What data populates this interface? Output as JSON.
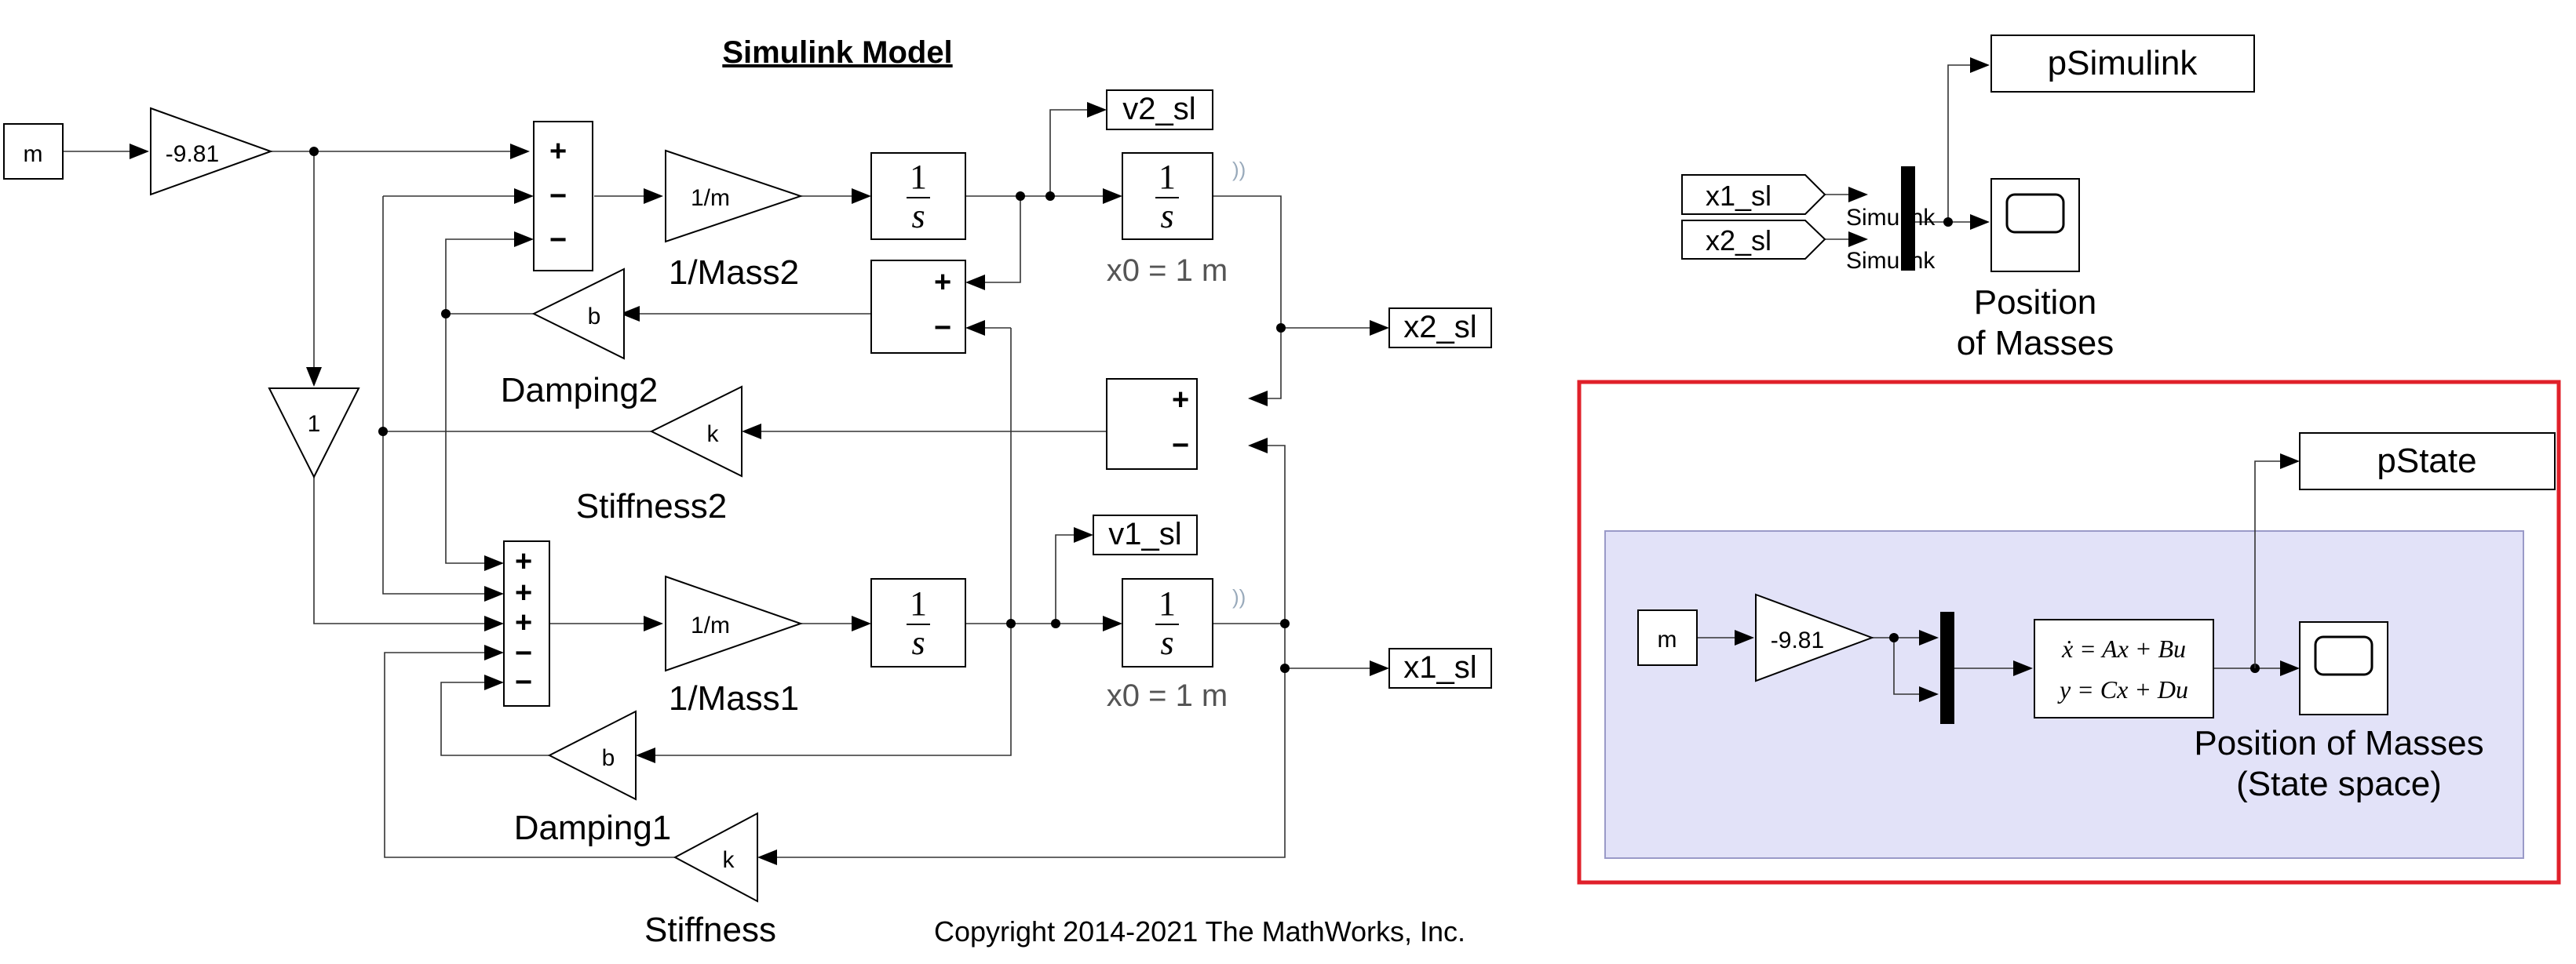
{
  "model": {
    "title": "Simulink Model",
    "copyright": "Copyright 2014-2021 The MathWorks, Inc."
  },
  "blocks": {
    "m_const": "m",
    "gain_g": "-9.81",
    "gain_1": "1",
    "mass2_inner": "1/m",
    "mass2_label": "1/Mass2",
    "mass1_inner": "1/m",
    "mass1_label": "1/Mass1",
    "int_num": "1",
    "int_den": "s",
    "x0_upper": "x0 = 1 m",
    "x0_lower": "x0 = 1 m",
    "damp_inner": "b",
    "damping2_label": "Damping2",
    "damping1_label": "Damping1",
    "stiff_inner": "k",
    "stiffness2_label": "Stiffness2",
    "stiffness_label": "Stiffness",
    "out_v2": "v2_sl",
    "out_x2": "x2_sl",
    "out_v1": "v1_sl",
    "out_x1": "x1_sl",
    "plus": "+",
    "minus": "−"
  },
  "right_panel": {
    "goto_x1": "x1_sl",
    "goto_x2": "x2_sl",
    "sig_label_1": "Simulink",
    "sig_label_2": "Simulink",
    "out_psimulink": "pSimulink",
    "scope_label_1": "Position",
    "scope_label_2": "of Masses",
    "out_pstate": "pState",
    "m_const": "m",
    "gain": "-9.81",
    "ss_line1": "ẋ = Ax + Bu",
    "ss_line2": "y = Cx + Du",
    "scope2_label_1": "Position of Masses",
    "scope2_label_2": "(State space)"
  },
  "colors": {
    "highlight_border": "#e0202a",
    "subsystem_fill": "#e2e2f8",
    "subsystem_border": "#9a9ac8"
  }
}
